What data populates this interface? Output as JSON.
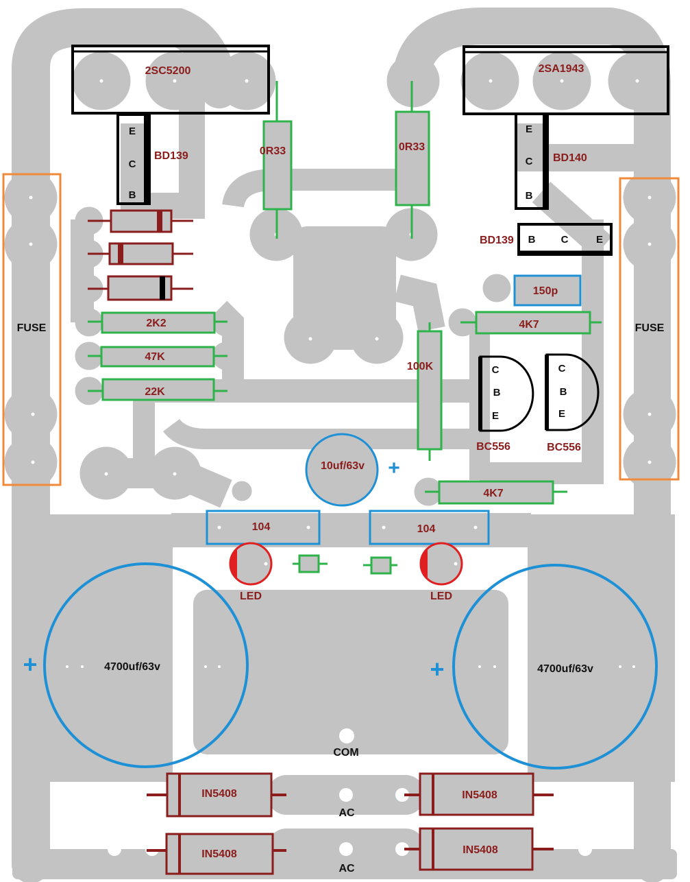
{
  "colors": {
    "board": "#ffffff",
    "copper": "#c3c3c3",
    "pad_dot": "#ffffff",
    "transistor_outline": "#000000",
    "resistor_outline": "#2db34a",
    "capacitor_outline": "#1e90d6",
    "diode_outline": "#8b1c1c",
    "led_outline": "#e02020",
    "fuse_outline": "#f08a3a",
    "label_dark_red": "#8b1c1c",
    "label_black": "#111111"
  },
  "transistors": {
    "q_top_left": {
      "label": "2SC5200"
    },
    "q_top_right": {
      "label": "2SA1943"
    },
    "q_drv_left": {
      "label": "BD139",
      "pins": [
        "E",
        "C",
        "B"
      ]
    },
    "q_drv_right": {
      "label": "BD140",
      "pins": [
        "E",
        "C",
        "B"
      ]
    },
    "q_vbe": {
      "label": "BD139",
      "pins": [
        "B",
        "C",
        "E"
      ]
    },
    "q_bc_1": {
      "label": "BC556",
      "pins": [
        "C",
        "B",
        "E"
      ]
    },
    "q_bc_2": {
      "label": "BC556",
      "pins": [
        "C",
        "B",
        "E"
      ]
    }
  },
  "resistors": {
    "r_emitter_left": "0R33",
    "r_emitter_right": "0R33",
    "r_2k2": "2K2",
    "r_47k": "47K",
    "r_22k": "22K",
    "r_4k7_top": "4K7",
    "r_100k": "100K",
    "r_4k7_bottom": "4K7"
  },
  "capacitors": {
    "c_150p": "150p",
    "c_10uf": "10uf/63v",
    "c_104_left": "104",
    "c_104_right": "104",
    "c_4700_left": "4700uf/63v",
    "c_4700_right": "4700uf/63v",
    "polarity": "+"
  },
  "fuses": {
    "left": "FUSE",
    "right": "FUSE"
  },
  "leds": {
    "left": "LED",
    "right": "LED"
  },
  "diodes": {
    "d1": "IN5408",
    "d2": "IN5408",
    "d3": "IN5408",
    "d4": "IN5408"
  },
  "terminals": {
    "com": "COM",
    "ac_top": "AC",
    "ac_bottom": "AC"
  }
}
